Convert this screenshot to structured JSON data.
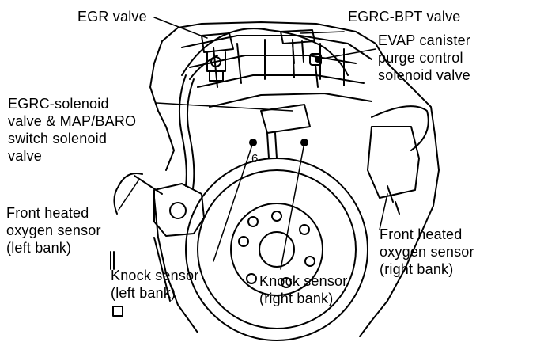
{
  "labels": {
    "egr_valve": [
      "EGR valve"
    ],
    "egrc_bpt_valve": [
      "EGRC-BPT valve"
    ],
    "evap_canister": [
      "EVAP canister",
      "purge control",
      "solenoid valve"
    ],
    "egrc_solenoid": [
      "EGRC-solenoid",
      "valve & MAP/BARO",
      "switch solenoid",
      "valve"
    ],
    "front_o2_left": [
      "Front heated",
      "oxygen sensor",
      "(left bank)"
    ],
    "knock_left": [
      "Knock sensor",
      "(left bank)"
    ],
    "knock_right": [
      "Knock sensor",
      "(right bank)"
    ],
    "front_o2_right": [
      "Front heated",
      "oxygen sensor",
      "(right bank)"
    ]
  },
  "engine_marking": "6"
}
